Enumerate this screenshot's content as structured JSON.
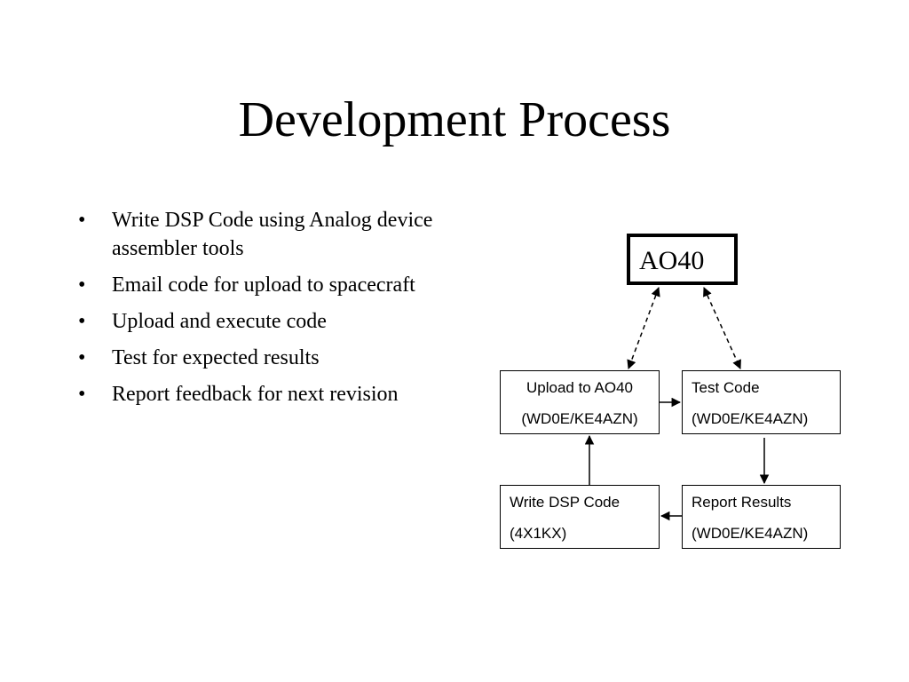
{
  "slide": {
    "title": "Development Process",
    "bullet_char": "•",
    "bullets": [
      "Write DSP Code using Analog device assembler tools",
      "Email code for upload to spacecraft",
      "Upload and execute code",
      "Test for expected results",
      "Report feedback for next revision"
    ]
  },
  "diagram": {
    "satellite": "AO40",
    "upload": {
      "line1": "Upload to AO40",
      "line2": "(WD0E/KE4AZN)"
    },
    "test": {
      "line1": "Test Code",
      "line2": "(WD0E/KE4AZN)"
    },
    "write": {
      "line1": "Write DSP Code",
      "line2": "(4X1KX)"
    },
    "report": {
      "line1": "Report Results",
      "line2": "(WD0E/KE4AZN)"
    }
  }
}
